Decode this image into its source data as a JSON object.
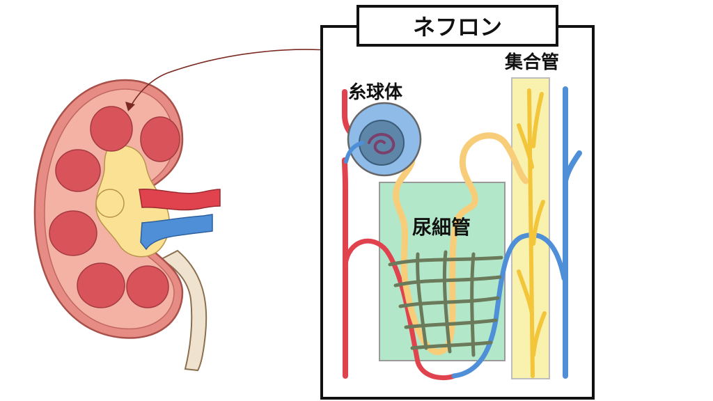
{
  "title": "ネフロン",
  "labels": {
    "glomerulus": "糸球体",
    "renal_tubule": "尿細管",
    "collecting_duct": "集合管"
  },
  "colors": {
    "kidney_outer": "#e78c84",
    "kidney_cortex": "#f3b2a4",
    "pyramid": "#d9535a",
    "pelvis": "#fbe194",
    "artery": "#e0434d",
    "vein": "#4f8fd8",
    "ureter": "#efe3cf",
    "tubule_box": "#7fd9a5",
    "duct_box": "#f6ef9a",
    "tubule": "#f8cd7a",
    "capillary_net": "#6b7a5a",
    "arrow": "#7a2a22",
    "frame": "#111111"
  }
}
